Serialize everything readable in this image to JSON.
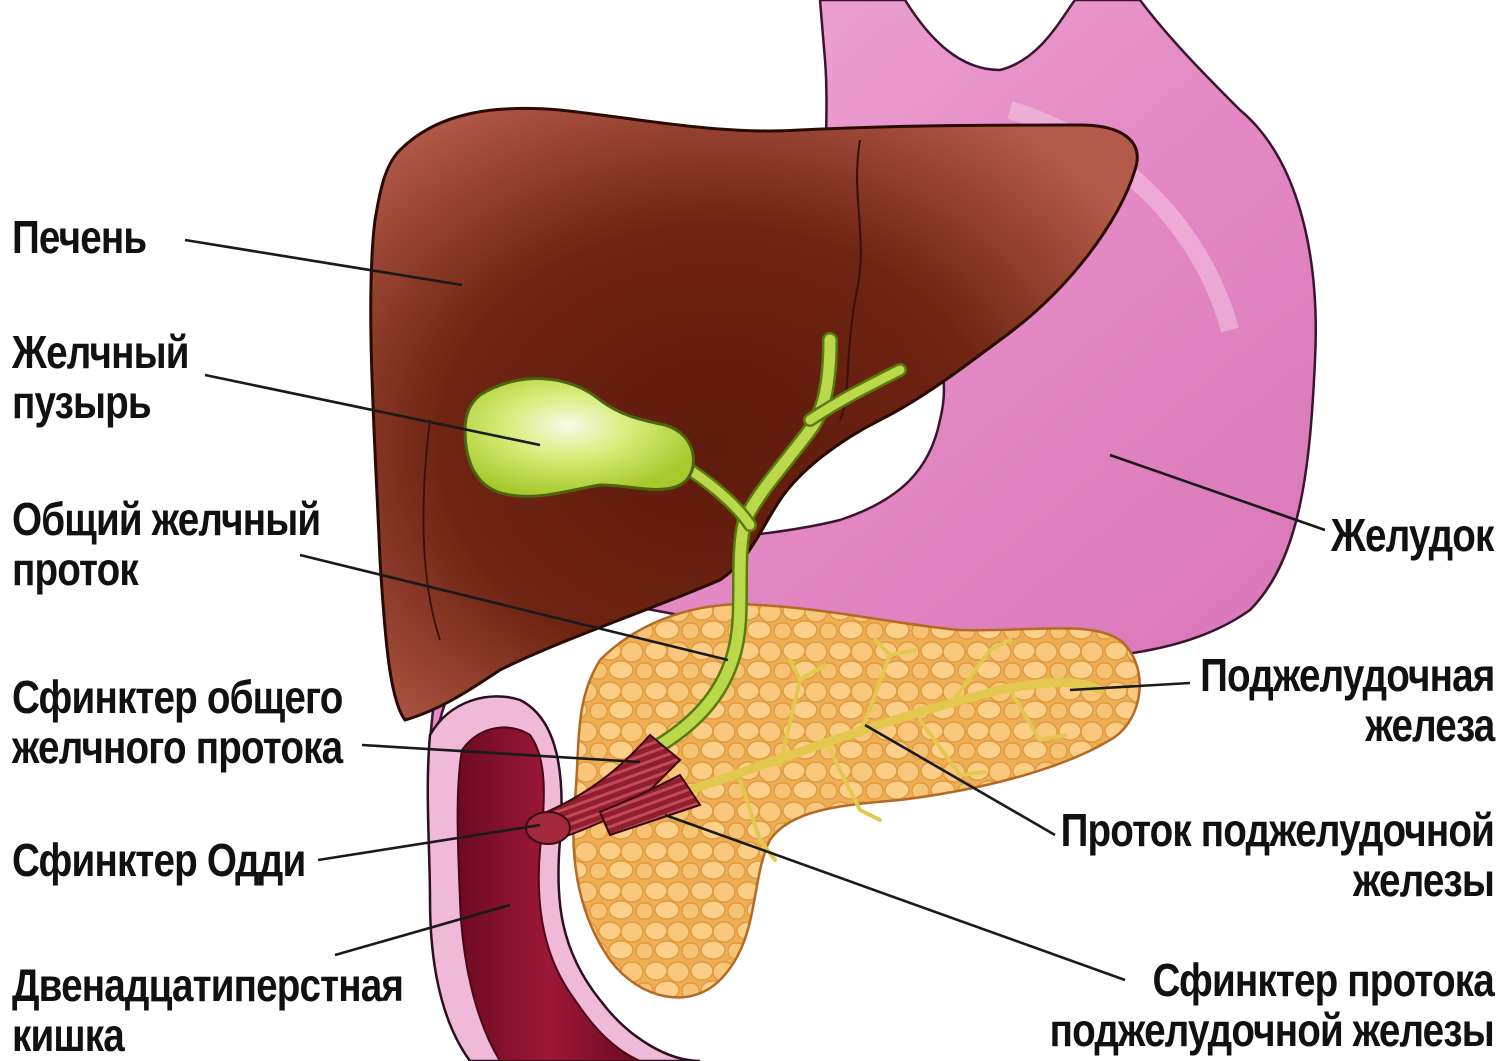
{
  "labels": {
    "liver": [
      "Печень"
    ],
    "gallbladder": [
      "Желчный",
      "пузырь"
    ],
    "common_bile_duct": [
      "Общий желчный",
      "проток"
    ],
    "cbd_sphincter": [
      "Сфинктер общего",
      "желчного протока"
    ],
    "oddi_sphincter": [
      "Сфинктер Одди"
    ],
    "duodenum": [
      "Двенадцатиперстная",
      "кишка"
    ],
    "stomach": [
      "Желудок"
    ],
    "pancreas": [
      "Поджелудочная",
      "железа"
    ],
    "pancreatic_duct": [
      "Проток поджелудочной",
      "железы"
    ],
    "pancreatic_duct_sphincter": [
      "Сфинктер протока",
      "поджелудочной железы"
    ]
  },
  "colors": {
    "liver": "#7a2a16",
    "liver_light": "#a8493a",
    "stomach": "#e58fc6",
    "gallbladder": "#b8d83a",
    "pancreas": "#f2bc6a",
    "duodenum": "#8a0f2c",
    "duct": "#e0c84a",
    "label_text": "#111111"
  }
}
